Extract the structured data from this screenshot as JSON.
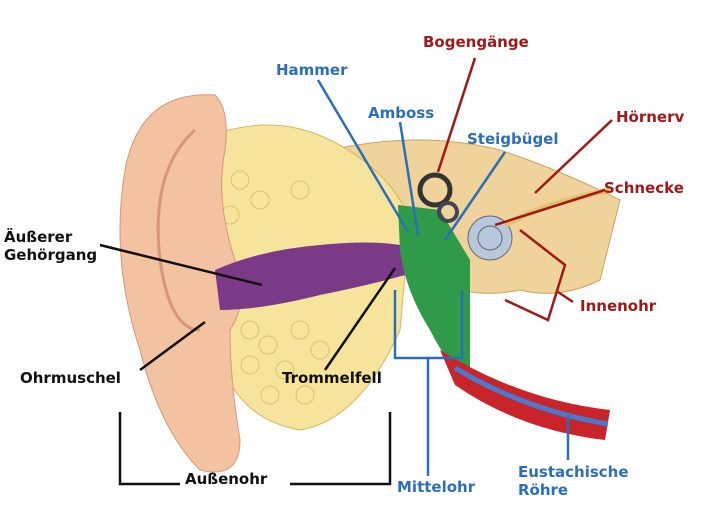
{
  "colors": {
    "red": "#a01818",
    "blue": "#2a6fb8",
    "black": "#111111"
  },
  "labels": {
    "bogengaenge": "Bogengänge",
    "hammer": "Hammer",
    "amboss": "Amboss",
    "steigbuegel": "Steigbügel",
    "hoernerv": "Hörnerv",
    "schnecke": "Schnecke",
    "aeusserer_1": "Äußerer",
    "aeusserer_2": "Gehörgang",
    "innenohr": "Innenohr",
    "ohrmuschel": "Ohrmuschel",
    "trommelfell": "Trommelfell",
    "aussenohr": "Außenohr",
    "mittelohr": "Mittelohr",
    "eustachische_1": "Eustachische",
    "eustachische_2": "Röhre"
  }
}
